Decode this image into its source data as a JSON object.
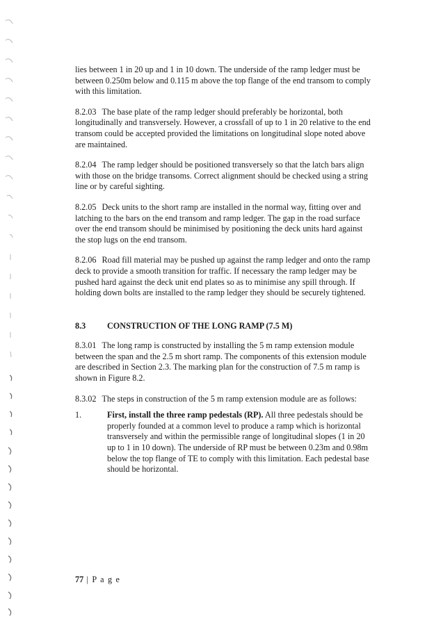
{
  "paragraphs_top": [
    {
      "num": "",
      "text": "lies between 1 in 20 up and 1 in 10 down. The underside of the ramp ledger must be between 0.250m below and 0.115 m above the top flange of the end transom to comply with this limitation."
    },
    {
      "num": "8.2.03",
      "text": "The base plate of the ramp ledger should preferably be horizontal, both longitudinally and transversely. However, a crossfall of up to 1 in 20 relative to the end transom could be accepted provided the limitations on longitudinal slope noted above are maintained."
    },
    {
      "num": "8.2.04",
      "text": "The ramp ledger should be positioned transversely so that the latch bars align with those on the bridge transoms. Correct alignment should be checked using a string line or by careful sighting."
    },
    {
      "num": "8.2.05",
      "text": "Deck units to the short ramp are installed in the normal way, fitting over and latching to the bars on the end transom and ramp ledger. The gap in the road surface over the end transom should be minimised by positioning the deck units hard against the stop lugs on the end transom."
    },
    {
      "num": "8.2.06",
      "text": "Road fill material may be pushed up against the ramp ledger and onto the ramp deck to provide a smooth transition for traffic. If necessary the ramp ledger may be pushed hard against the deck unit end plates so as to minimise any spill through. If holding down bolts are installed to the ramp ledger they should be securely tightened."
    }
  ],
  "section": {
    "num": "8.3",
    "title": "CONSTRUCTION OF THE LONG RAMP (7.5 M)"
  },
  "paragraphs_bottom": [
    {
      "num": "8.3.01",
      "text": "The long ramp is constructed by installing the 5 m ramp extension module between the span and the 2.5 m short ramp. The components of this extension module are described in Section 2.3. The marking plan for the construction of 7.5 m ramp is shown in Figure 8.2."
    },
    {
      "num": "8.3.02",
      "text": "The steps in construction of the 5 m ramp extension module are as follows:"
    }
  ],
  "step": {
    "num": "1.",
    "lead": "First, install the three ramp pedestals (RP).",
    "text": "All three pedestals should be properly founded at a common level to produce a ramp which is horizontal transversely and within the permissible range of longitudinal slopes (1 in 20 up to 1 in 10 down). The underside of RP must be between 0.23m and 0.98m below the top flange of TE to comply with this limitation. Each pedestal base should be horizontal."
  },
  "footer": {
    "page_number": "77",
    "separator": " | ",
    "label": "P a g e"
  }
}
